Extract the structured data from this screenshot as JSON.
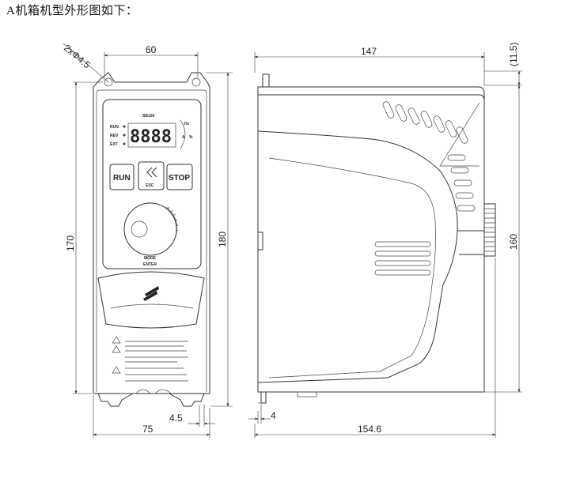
{
  "caption": "A机箱机型外形图如下：",
  "front_view": {
    "dim_hole": "2xΦ4.5",
    "dim_top_width": "60",
    "dim_height_left": "170",
    "dim_height_right": "180",
    "dim_bottom_width": "75",
    "dim_slot": "4.5",
    "model": "SB150",
    "display": "8888",
    "led_labels": [
      "RUN",
      "REV",
      "EXT"
    ],
    "unit_labels": [
      "Hz",
      "A",
      "%"
    ],
    "keys": {
      "run": "RUN",
      "esc": "ESC",
      "stop": "STOP"
    },
    "knob_labels": [
      "MODE",
      "ENTER"
    ]
  },
  "side_view": {
    "dim_top_depth": "147",
    "dim_top_right": "(11.5)",
    "dim_height": "160",
    "dim_foot": "4",
    "dim_total_depth": "154.6"
  }
}
